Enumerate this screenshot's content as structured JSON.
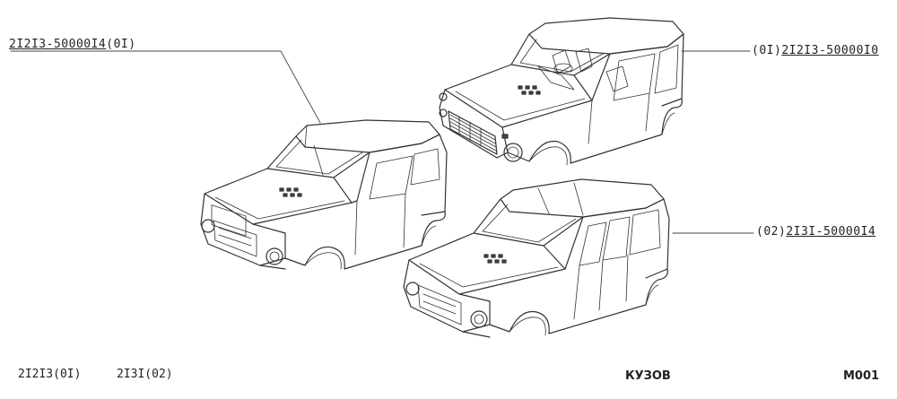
{
  "callouts": {
    "left": {
      "part_number": "2I2I3-50000I4",
      "suffix": "(0I)"
    },
    "top_right": {
      "prefix": "(0I)",
      "part_number": "2I2I3-50000I0"
    },
    "bottom_right": {
      "prefix": "(02)",
      "part_number": "2I3I-50000I4"
    }
  },
  "footer": {
    "model_a": "2I2I3(0I)",
    "model_b": "2I3I(02)",
    "section": "КУЗОВ",
    "sheet": "M001"
  }
}
